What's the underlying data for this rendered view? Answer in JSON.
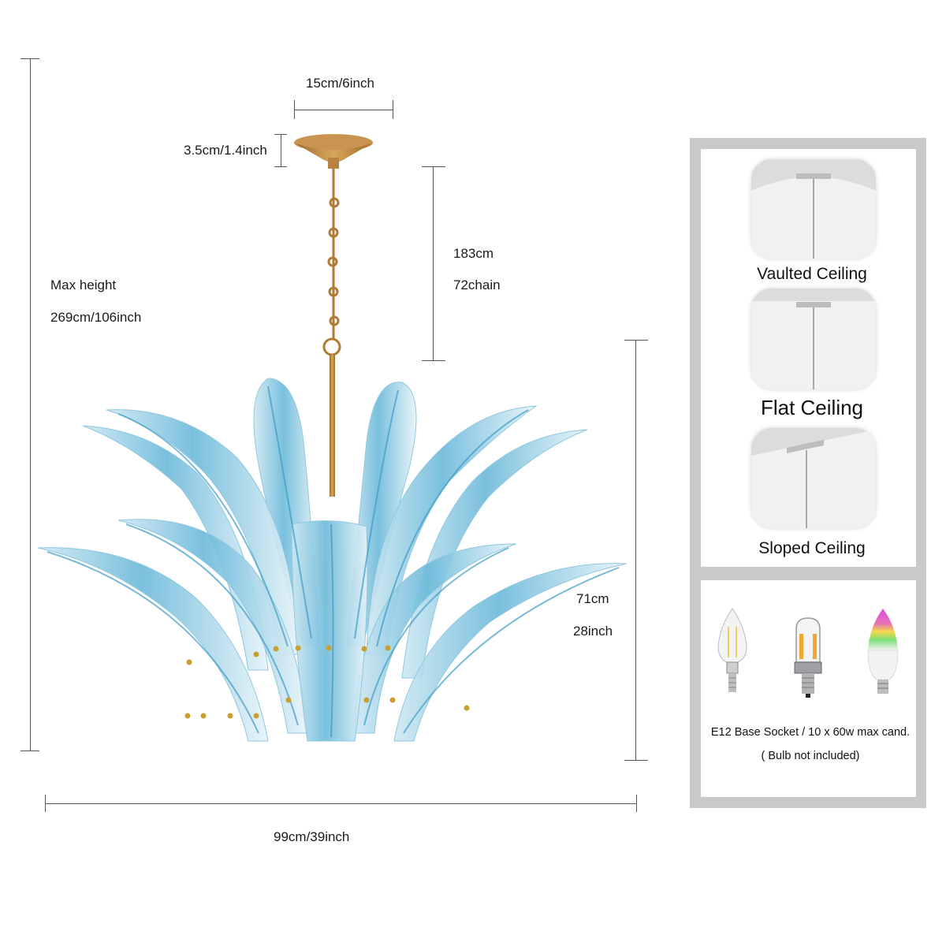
{
  "dimensions": {
    "canopy_width": "15cm/6inch",
    "canopy_height": "3.5cm/1.4inch",
    "chain_length_cm": "183cm",
    "chain_length_label": "72chain",
    "max_height_label": "Max height",
    "max_height_value": "269cm/106inch",
    "body_height_cm": "71cm",
    "body_height_in": "28inch",
    "body_width": "99cm/39inch"
  },
  "ceiling_types": [
    {
      "label": "Vaulted Ceiling",
      "icon": "vaulted-ceiling-icon"
    },
    {
      "label": "Flat Ceiling",
      "icon": "flat-ceiling-icon"
    },
    {
      "label": "Sloped Ceiling",
      "icon": "sloped-ceiling-icon"
    }
  ],
  "bulbs": {
    "items": [
      {
        "name": "candelabra-filament-bulb"
      },
      {
        "name": "tubular-filament-bulb"
      },
      {
        "name": "rgb-smart-bulb"
      }
    ],
    "socket_info": "E12 Base Socket / 10 x 60w max cand.",
    "note": "( Bulb not included)"
  },
  "colors": {
    "frame_gray": "#c9c9c9",
    "glass_blue": "#5fb3d6",
    "brass": "#c08a3e",
    "dim_line": "#555555"
  }
}
